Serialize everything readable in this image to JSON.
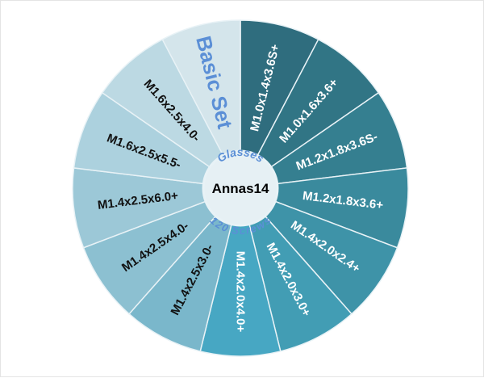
{
  "wheel": {
    "segments": [
      {
        "label": "M1.0x1.4x3.6S+",
        "color": "#2f6d7e",
        "text_color": "#ffffff"
      },
      {
        "label": "M1.0x1.6x3.6+",
        "color": "#317585",
        "text_color": "#ffffff"
      },
      {
        "label": "M1.2x1.8x3.6S-",
        "color": "#357f90",
        "text_color": "#ffffff"
      },
      {
        "label": "M1.2x1.8x3.6+",
        "color": "#3a8a9d",
        "text_color": "#ffffff"
      },
      {
        "label": "M1.4x2.0x2.4+",
        "color": "#3e93a8",
        "text_color": "#ffffff"
      },
      {
        "label": "M1.4x2.0x3.0+",
        "color": "#429db4",
        "text_color": "#ffffff"
      },
      {
        "label": "M1.4x2.0x4.0+",
        "color": "#47a7c3",
        "text_color": "#ffffff"
      },
      {
        "label": "M1.4x2.5x3.0-",
        "color": "#7ab7cb",
        "text_color": "#111111"
      },
      {
        "label": "M1.4x2.5x4.0-",
        "color": "#8cc0d1",
        "text_color": "#111111"
      },
      {
        "label": "M1.4x2.5x6.0+",
        "color": "#9cc8d7",
        "text_color": "#111111"
      },
      {
        "label": "M1.6x2.5x5.5-",
        "color": "#acd1de",
        "text_color": "#111111"
      },
      {
        "label": "M1.6x2.5x4.0-",
        "color": "#bcd9e3",
        "text_color": "#111111"
      },
      {
        "label": "Basic Set",
        "color": "#d4e5eb",
        "text_color": "#5b8fd6",
        "large": true
      }
    ],
    "divider_color": "#e8f2f6"
  },
  "center": {
    "title": "Annas14",
    "top_arc_text": "Glasses",
    "bottom_arc_text": "120 Screws",
    "fill": "#e6f0f4",
    "arc_text_color": "#5b8fd6"
  }
}
